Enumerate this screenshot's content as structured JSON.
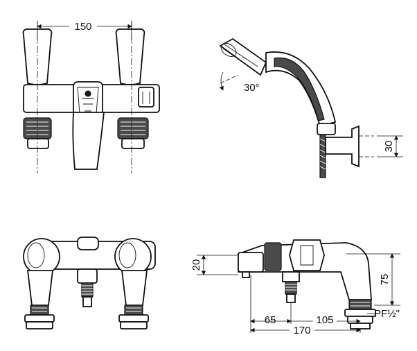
{
  "diagram": {
    "views": {
      "front": {
        "width_dim": "150"
      },
      "shower_head": {
        "angle_dim": "30°",
        "height_dim": "30"
      },
      "top": {},
      "side": {
        "height_dim": "20",
        "total_height_dim": "75",
        "offset_dim": "65",
        "spout_dim": "105",
        "total_width_dim": "170",
        "thread_label": "PF½\""
      }
    }
  }
}
